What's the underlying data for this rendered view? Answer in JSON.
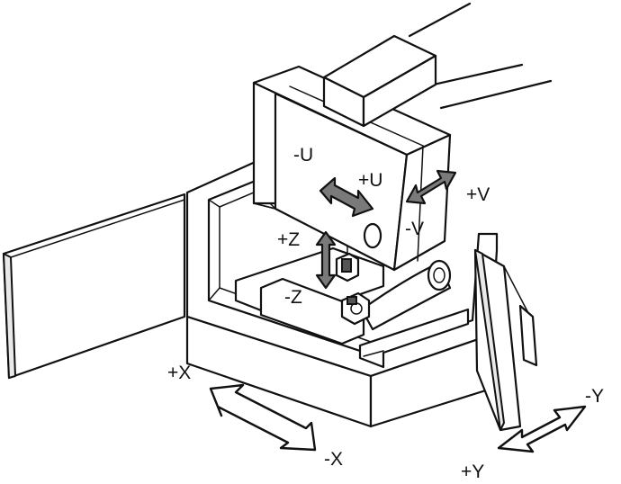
{
  "labels": {
    "minus_u": "-U",
    "plus_u": "+U",
    "plus_v": "+V",
    "minus_v": "-V",
    "plus_z": "+Z",
    "minus_z": "-Z",
    "plus_x": "+X",
    "minus_x": "-X",
    "minus_y": "-Y",
    "plus_y": "+Y"
  }
}
